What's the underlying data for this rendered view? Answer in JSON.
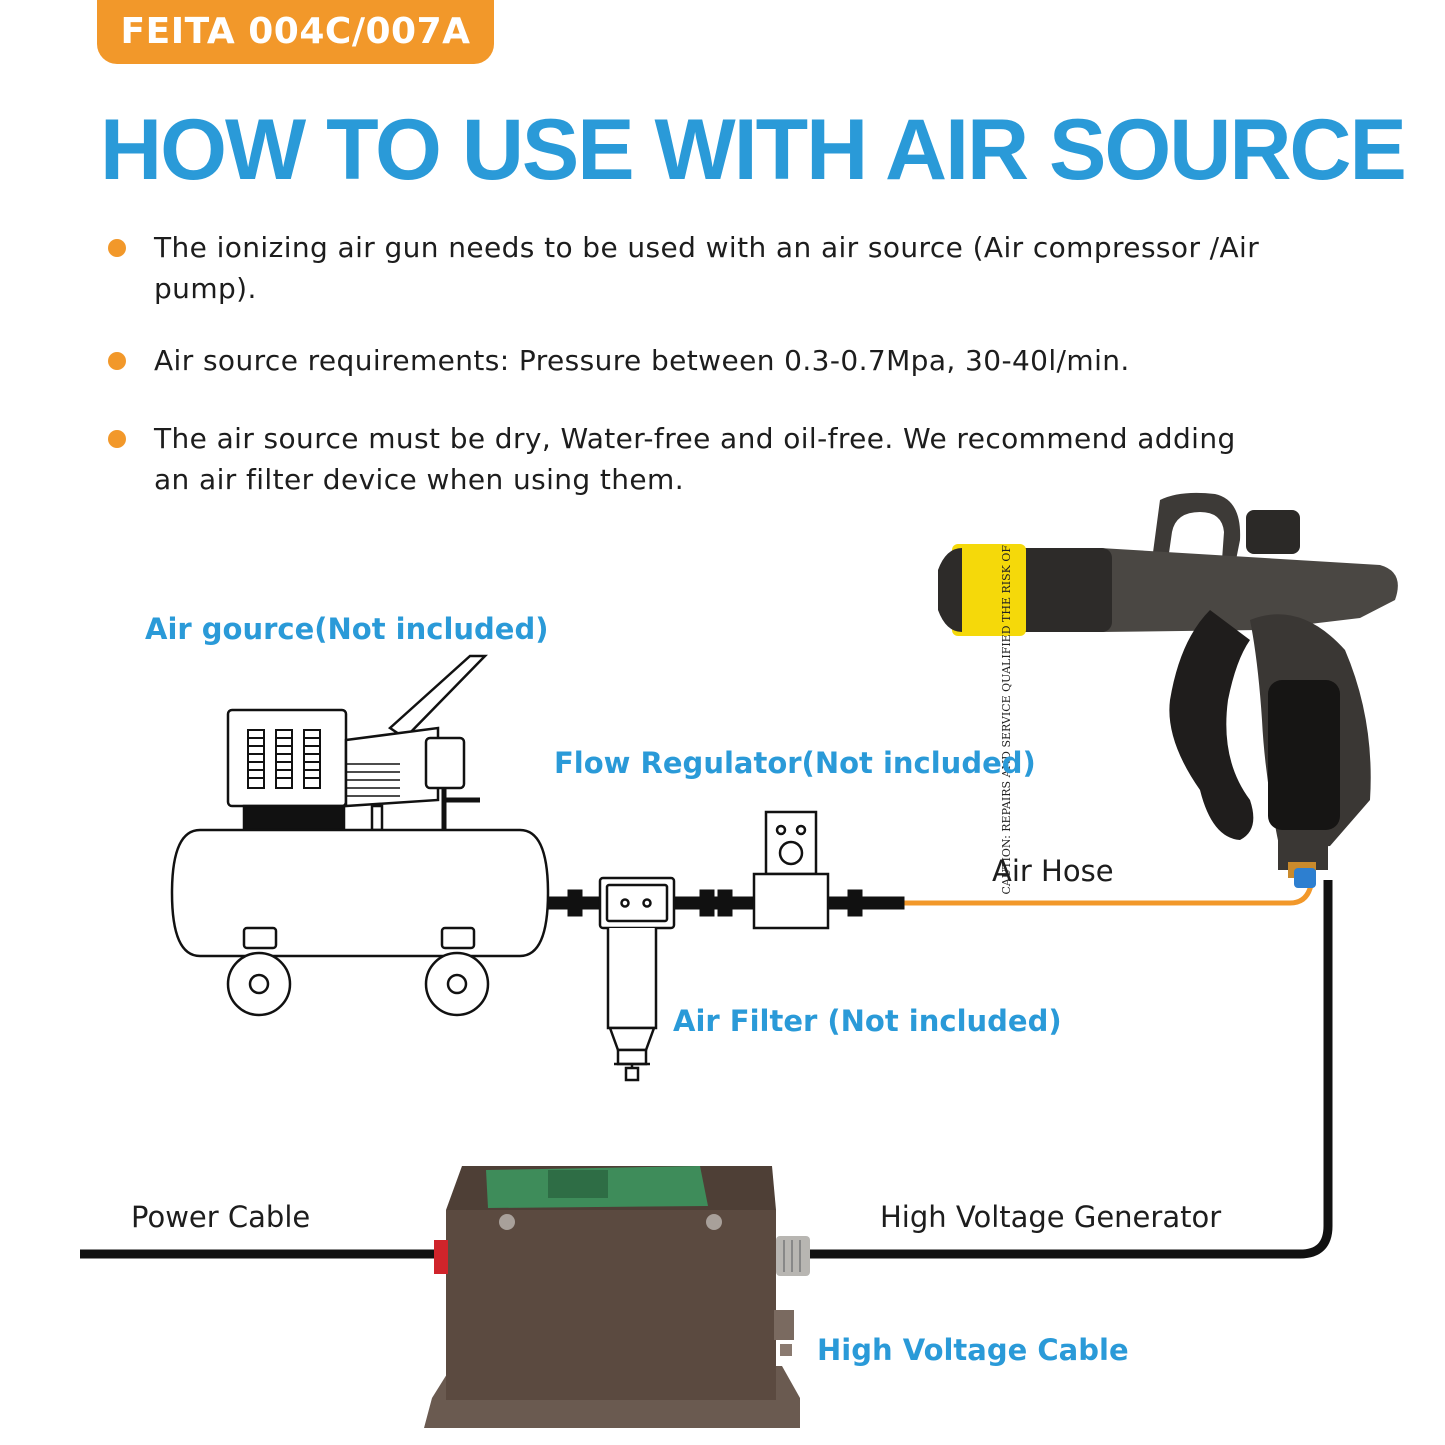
{
  "header": {
    "model_badge": "FEITA 004C/007A",
    "title": "HOW TO USE WITH AIR SOURCE"
  },
  "bullets": [
    {
      "text": "The ionizing air gun needs to be used with an air source (Air compressor /Air pump)."
    },
    {
      "text": "Air source requirements: Pressure between 0.3-0.7Mpa, 30-40l/min."
    },
    {
      "text": "The air source must be dry, Water-free and oil-free. We recommend adding an air filter device when using them."
    }
  ],
  "labels": {
    "air_source": "Air gource(Not included)",
    "flow_regulator": "Flow Regulator(Not included)",
    "air_hose": "Air Hose",
    "air_filter": "Air Filter (Not included)",
    "power_cable": "Power Cable",
    "generator": "High Voltage Generator",
    "hv_cable": "High Voltage Cable"
  },
  "gun_warning_text": "CAUTION: REPAIRS AND SERVICE QUALIFIED THE RISK OF",
  "colors": {
    "accent_orange": "#f2982a",
    "title_blue": "#2a9ad8",
    "hose_orange": "#f2982a",
    "cable_black": "#111111",
    "generator_brown": "#5b4a40",
    "gun_body": "#3d3a37",
    "label_yellow": "#f5d90a"
  }
}
